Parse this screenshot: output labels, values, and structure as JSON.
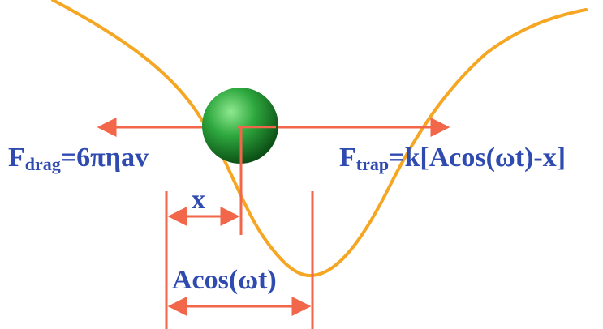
{
  "colors": {
    "curve": "#f5a623",
    "arrow": "#f2664a",
    "text": "#2f4bb0",
    "bead_light": "#7fe07f",
    "bead_dark": "#0b5d17"
  },
  "labels": {
    "drag_F": "F",
    "drag_sub": "drag",
    "drag_rest": "=6πηav",
    "trap_F": "F",
    "trap_sub": "trap",
    "trap_rest": "=k[Acos(ωt)-x]",
    "x": "x",
    "amplitude": "Acos(ωt)"
  }
}
